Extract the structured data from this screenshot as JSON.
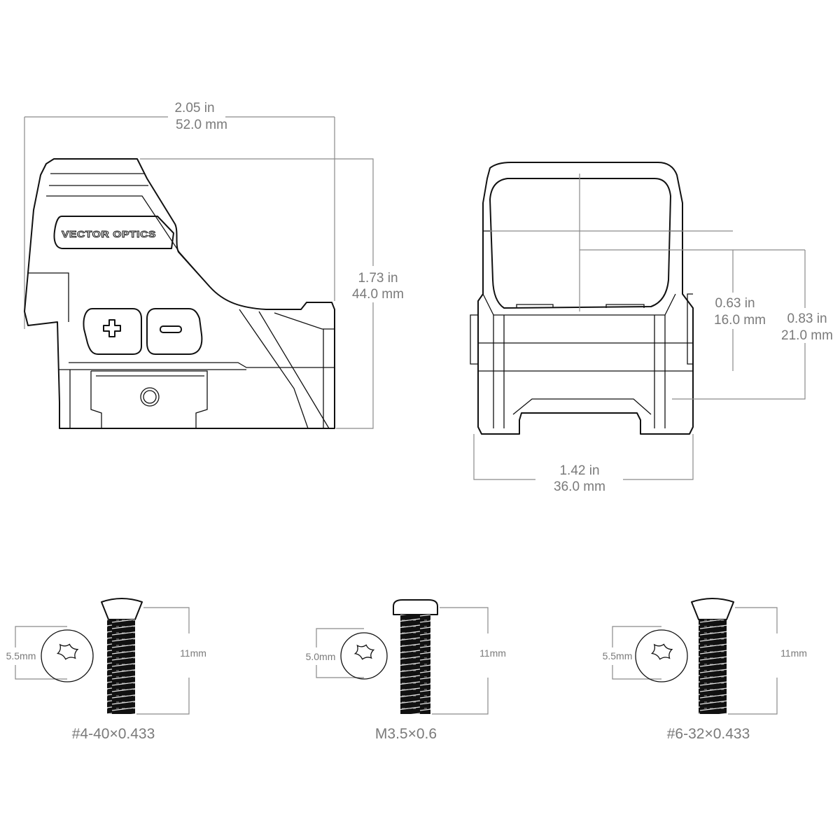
{
  "side_view": {
    "brand_logo": "VECTOR OPTICS",
    "width_in": "2.05 in",
    "width_mm": "52.0 mm",
    "height_in": "1.73 in",
    "height_mm": "44.0 mm"
  },
  "front_view": {
    "window_height_in": "0.63 in",
    "window_height_mm": "16.0 mm",
    "rail_height_in": "0.83 in",
    "rail_height_mm": "21.0 mm",
    "width_in": "1.42 in",
    "width_mm": "36.0 mm"
  },
  "screws": [
    {
      "head_diameter": "5.5mm",
      "length": "11mm",
      "spec": "#4-40×0.433"
    },
    {
      "head_diameter": "5.0mm",
      "length": "11mm",
      "spec": "M3.5×0.6"
    },
    {
      "head_diameter": "5.5mm",
      "length": "11mm",
      "spec": "#6-32×0.433"
    }
  ]
}
